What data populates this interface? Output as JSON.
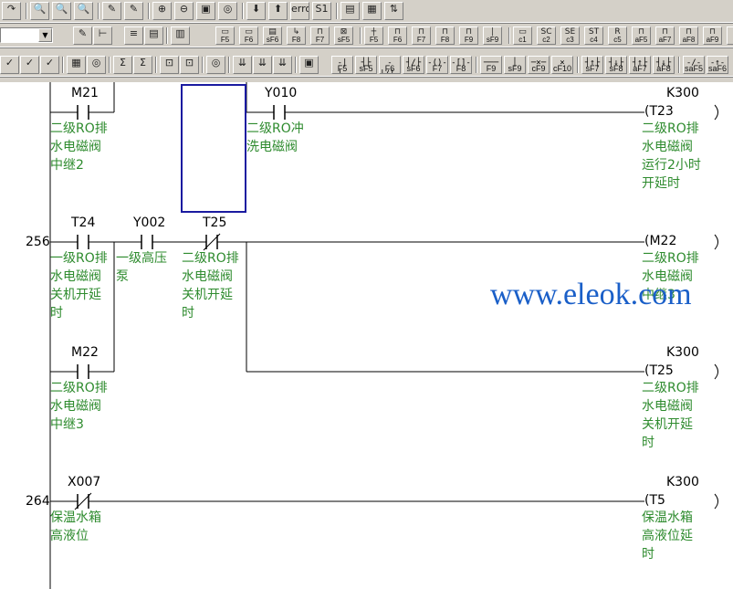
{
  "toolbar1": {
    "buttons": [
      {
        "name": "redo-icon",
        "glyph": "↷"
      },
      {
        "name": "find-device-icon",
        "glyph": "🔍"
      },
      {
        "name": "find-instruction-icon",
        "glyph": "🔍"
      },
      {
        "name": "find-step-icon",
        "glyph": "🔍"
      },
      {
        "name": "replace-icon",
        "glyph": "✎"
      },
      {
        "name": "replace-device-icon",
        "glyph": "✎"
      },
      {
        "name": "zoom-in-icon",
        "glyph": "⊕"
      },
      {
        "name": "zoom-out-icon",
        "glyph": "⊖"
      },
      {
        "name": "monitor-icon",
        "glyph": "▣"
      },
      {
        "name": "monitor-search-icon",
        "glyph": "◎"
      },
      {
        "name": "write-plc-icon",
        "glyph": "⬇"
      },
      {
        "name": "read-plc-icon",
        "glyph": "⬆"
      },
      {
        "name": "error-check-icon",
        "glyph": "error"
      },
      {
        "name": "convert-icon",
        "glyph": "S1"
      },
      {
        "name": "device-batch-icon",
        "glyph": "▤"
      },
      {
        "name": "table-icon",
        "glyph": "▦"
      },
      {
        "name": "sort-icon",
        "glyph": "⇅"
      }
    ]
  },
  "toolbar2": {
    "combo_value": "",
    "buttons": [
      {
        "name": "comment-icon",
        "glyph": "✎",
        "fk": ""
      },
      {
        "name": "ladder-view-icon",
        "glyph": "⊢",
        "fk": ""
      },
      {
        "name": "instruction-icon",
        "glyph": "≡",
        "fk": ""
      },
      {
        "name": "list-view-icon",
        "glyph": "▤",
        "fk": ""
      },
      {
        "name": "sfc-view-icon",
        "glyph": "▥",
        "fk": ""
      },
      {
        "name": "sfc-step-icon",
        "glyph": "▭",
        "fk": "F5"
      },
      {
        "name": "sfc-transition-icon",
        "glyph": "▭",
        "fk": "F6"
      },
      {
        "name": "sfc-jump-icon",
        "glyph": "▤",
        "fk": "sF6"
      },
      {
        "name": "sfc-branch-icon",
        "glyph": "↳",
        "fk": "F8"
      },
      {
        "name": "sfc-select-icon",
        "glyph": "⊓",
        "fk": "F7"
      },
      {
        "name": "sfc-parallel-icon",
        "glyph": "⊠",
        "fk": "sF5"
      },
      {
        "name": "sfc-line-icon",
        "glyph": "┼",
        "fk": "F5"
      },
      {
        "name": "sfc-join-icon",
        "glyph": "⊓",
        "fk": "F6"
      },
      {
        "name": "sfc-merge-icon",
        "glyph": "⊓",
        "fk": "F7"
      },
      {
        "name": "sfc-end-icon",
        "glyph": "⊓",
        "fk": "F8"
      },
      {
        "name": "sfc-reset-icon",
        "glyph": "⊓",
        "fk": "F9"
      },
      {
        "name": "sfc-vline-icon",
        "glyph": "│",
        "fk": "sF9"
      },
      {
        "name": "sfc-c1-icon",
        "glyph": "▭",
        "fk": "c1"
      },
      {
        "name": "sfc-c2-icon",
        "glyph": "SC",
        "fk": "c2"
      },
      {
        "name": "sfc-c3-icon",
        "glyph": "SE",
        "fk": "c3"
      },
      {
        "name": "sfc-c4-icon",
        "glyph": "ST",
        "fk": "c4"
      },
      {
        "name": "sfc-c5-icon",
        "glyph": "R",
        "fk": "c5"
      },
      {
        "name": "sfc-af5-icon",
        "glyph": "⊓",
        "fk": "aF5"
      },
      {
        "name": "sfc-af7-icon",
        "glyph": "⊓",
        "fk": "aF7"
      },
      {
        "name": "sfc-af8-icon",
        "glyph": "⊓",
        "fk": "aF8"
      },
      {
        "name": "sfc-af9-icon",
        "glyph": "⊓",
        "fk": "aF9"
      },
      {
        "name": "sfc-extra-icon",
        "glyph": "⊓",
        "fk": "a"
      }
    ]
  },
  "toolbar3": {
    "buttons": [
      {
        "name": "monitor-start-icon",
        "glyph": "✓"
      },
      {
        "name": "monitor-edit-icon",
        "glyph": "✓"
      },
      {
        "name": "monitor-stop-icon",
        "glyph": "✓"
      },
      {
        "name": "device-test-icon",
        "glyph": "▦"
      },
      {
        "name": "device-register-icon",
        "glyph": "◎"
      },
      {
        "name": "forced-on-icon",
        "glyph": "Σ"
      },
      {
        "name": "forced-off-icon",
        "glyph": "Σ"
      },
      {
        "name": "entry-data-icon",
        "glyph": "⊡"
      },
      {
        "name": "entry-monitor-icon",
        "glyph": "⊡"
      },
      {
        "name": "search-monitor-icon",
        "glyph": "◎"
      },
      {
        "name": "step-forward-icon",
        "glyph": "⇊"
      },
      {
        "name": "step-back-icon",
        "glyph": "⇊"
      },
      {
        "name": "step-jump-icon",
        "glyph": "⇊"
      },
      {
        "name": "screen-icon",
        "glyph": "▣"
      }
    ],
    "ladder_buttons": [
      {
        "name": "open-contact-button",
        "glyph": "-| |-",
        "fk": "F5"
      },
      {
        "name": "parallel-open-contact-button",
        "glyph": "┤├",
        "fk": "sF5"
      },
      {
        "name": "closed-contact-button",
        "glyph": "-|/|-",
        "fk": "F6"
      },
      {
        "name": "parallel-closed-contact-button",
        "glyph": "┤/├",
        "fk": "sF6"
      },
      {
        "name": "coil-button",
        "glyph": "-()-",
        "fk": "F7"
      },
      {
        "name": "instruction-button",
        "glyph": "-[]-",
        "fk": "F8"
      },
      {
        "name": "hline-button",
        "glyph": "───",
        "fk": "F9"
      },
      {
        "name": "vline-button",
        "glyph": "│",
        "fk": "sF9"
      },
      {
        "name": "delete-hline-button",
        "glyph": "─×─",
        "fk": "cF9"
      },
      {
        "name": "delete-vline-button",
        "glyph": "×",
        "fk": "cF10"
      },
      {
        "name": "rising-pulse-button",
        "glyph": "┤↑├",
        "fk": "sF7"
      },
      {
        "name": "falling-pulse-button",
        "glyph": "┤↓├",
        "fk": "sF8"
      },
      {
        "name": "parallel-rising-button",
        "glyph": "┤↑├",
        "fk": "aF7"
      },
      {
        "name": "parallel-falling-button",
        "glyph": "┤↓├",
        "fk": "aF8"
      },
      {
        "name": "invert-button",
        "glyph": "-/-",
        "fk": "saF5"
      },
      {
        "name": "operation-result-button",
        "glyph": "-↑-",
        "fk": "saF6"
      }
    ]
  },
  "ladder": {
    "rung1": {
      "contact_a": {
        "device": "M21",
        "comment": "二级RO排\n水电磁阀\n中继2"
      },
      "contact_b": {
        "device": "Y010",
        "comment": "二级RO冲\n洗电磁阀"
      },
      "coil": {
        "device": "T23",
        "setting": "K300",
        "comment": "二级RO排\n水电磁阀\n运行2小时\n开延时"
      }
    },
    "rung2": {
      "step": "256",
      "contact_a": {
        "device": "T24",
        "comment": "一级RO排\n水电磁阀\n关机开延\n时"
      },
      "contact_b": {
        "device": "Y002",
        "comment": "一级高压\n泵"
      },
      "contact_c": {
        "device": "T25",
        "comment": "二级RO排\n水电磁阀\n关机开延\n时"
      },
      "contact_d": {
        "device": "M22",
        "comment": "二级RO排\n水电磁阀\n中继3"
      },
      "coil_1": {
        "device": "M22",
        "comment": "二级RO排\n水电磁阀\n中继3"
      },
      "coil_2": {
        "device": "T25",
        "setting": "K300",
        "comment": "二级RO排\n水电磁阀\n关机开延\n时"
      }
    },
    "rung3": {
      "step": "264",
      "contact_a": {
        "device": "X007",
        "comment": "保温水箱\n高液位"
      },
      "coil": {
        "device": "T5",
        "setting": "K300",
        "comment": "保温水箱\n高液位延\n时"
      }
    }
  },
  "watermark": "www.eleok.com"
}
